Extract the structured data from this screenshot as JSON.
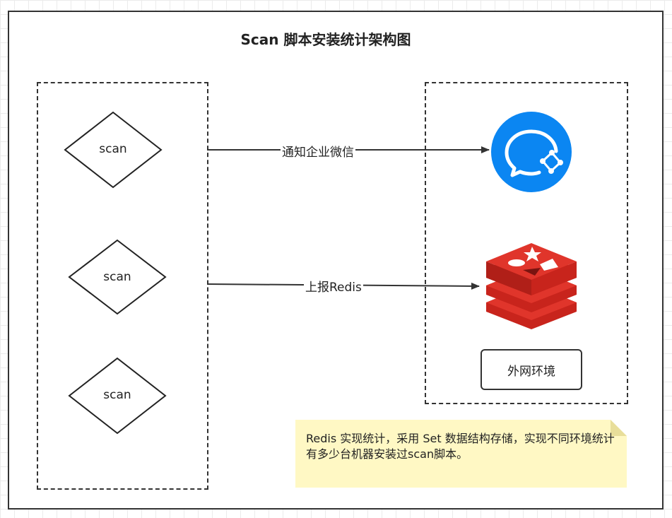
{
  "diagram": {
    "title": "Scan 脚本安装统计架构图",
    "nodes": {
      "scan_1": "scan",
      "scan_2": "scan",
      "scan_3": "scan",
      "external_env": "外网环境"
    },
    "edges": {
      "notify": "通知企业微信",
      "report": "上报Redis"
    },
    "note": "Redis 实现统计，采用 Set 数据结构存储，实现不同环境统计有多少台机器安装过scan脚本。",
    "icons": {
      "wecom": "wecom-icon",
      "redis": "redis-icon"
    },
    "colors": {
      "wecom_blue": "#0b86f2",
      "redis_red": "#d82c20",
      "note_fill": "#fff8c4",
      "line": "#333333"
    }
  }
}
